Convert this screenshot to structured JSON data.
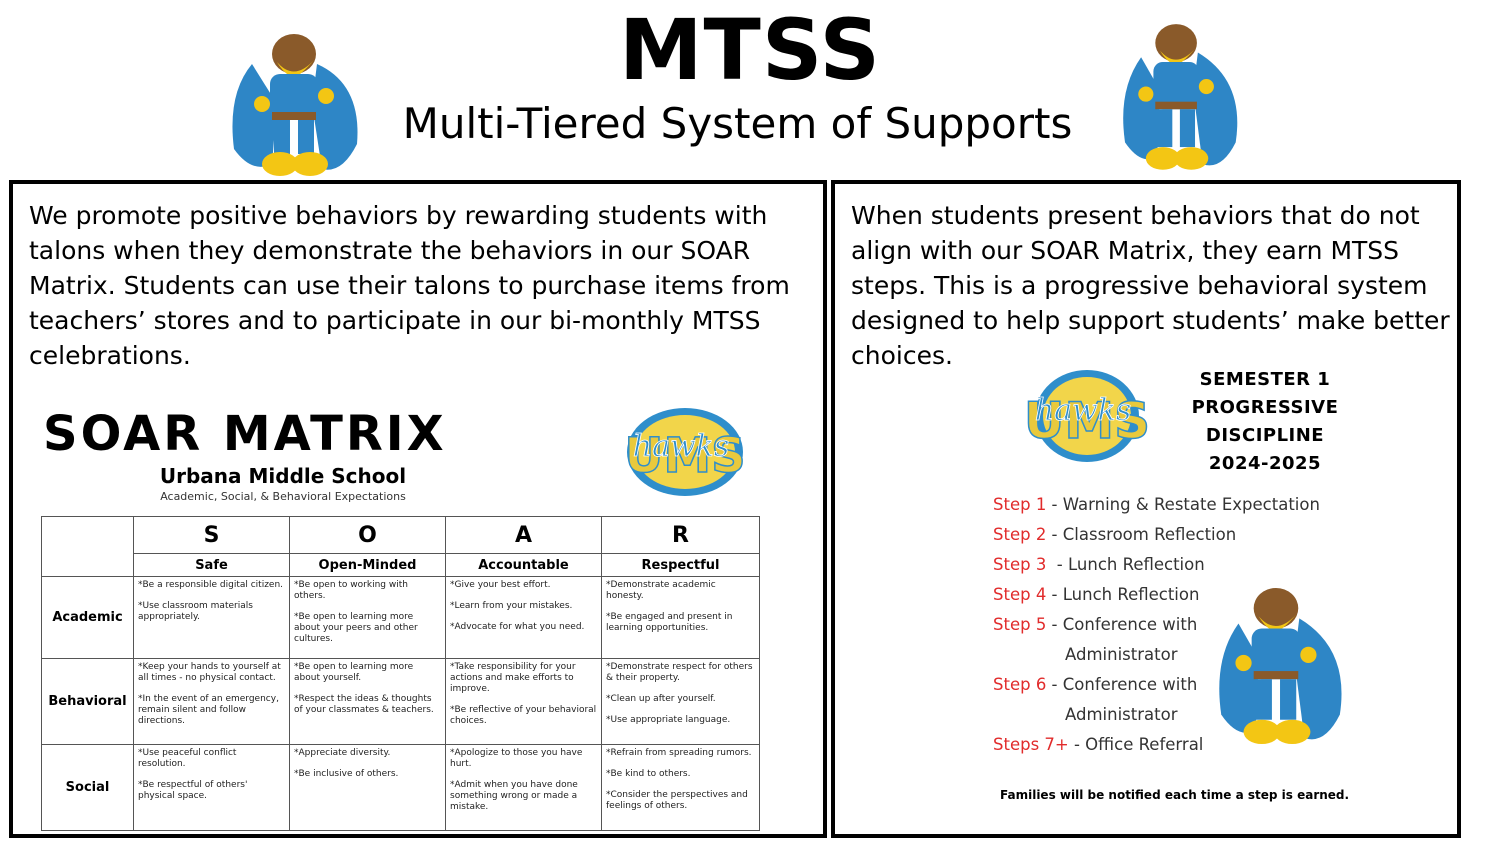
{
  "header": {
    "title": "MTSS",
    "subtitle": "Multi-Tiered System of Supports"
  },
  "left_panel": {
    "text": "We promote positive behaviors by rewarding students with talons when they demonstrate the behaviors in our SOAR Matrix.  Students can use their talons to purchase items from teachers’ stores and to participate in our bi-monthly MTSS celebrations.",
    "soar": {
      "title": "SOAR MATRIX",
      "school": "Urbana Middle School",
      "subtitle": "Academic, Social, & Behavioral Expectations",
      "logo_text": "UMS",
      "logo_script": "hawks",
      "letters": [
        "S",
        "O",
        "A",
        "R"
      ],
      "values": [
        "Safe",
        "Open-Minded",
        "Accountable",
        "Respectful"
      ],
      "rows": [
        {
          "label": "Academic",
          "cells": [
            [
              "*Be a responsible digital citizen.",
              "*Use classroom materials appropriately."
            ],
            [
              "*Be open to working with others.",
              "*Be open to learning more about your peers and other cultures."
            ],
            [
              "*Give your best effort.",
              "*Learn from your mistakes.",
              "*Advocate for what you need."
            ],
            [
              "*Demonstrate academic honesty.",
              "*Be engaged and present in learning opportunities."
            ]
          ]
        },
        {
          "label": "Behavioral",
          "cells": [
            [
              "*Keep your hands to yourself at all times - no physical contact.",
              "*In the event of an emergency, remain silent and follow directions."
            ],
            [
              "*Be open to learning more about yourself.",
              "*Respect the ideas & thoughts of your classmates & teachers."
            ],
            [
              "*Take responsibility for your actions and make efforts to improve.",
              "*Be reflective of your behavioral choices."
            ],
            [
              "*Demonstrate respect for others & their property.",
              "*Clean up after yourself.",
              "*Use appropriate language."
            ]
          ]
        },
        {
          "label": "Social",
          "cells": [
            [
              "*Use peaceful conflict resolution.",
              "*Be respectful of others' physical space."
            ],
            [
              "*Appreciate diversity.",
              "*Be inclusive of others."
            ],
            [
              "*Apologize to those you have hurt.",
              "*Admit when you have done something wrong or made a mistake."
            ],
            [
              "*Refrain from spreading rumors.",
              "*Be kind to others.",
              "*Consider the perspectives and feelings of others."
            ]
          ]
        }
      ]
    }
  },
  "right_panel": {
    "text": "When students present behaviors that do not align with our SOAR Matrix, they earn MTSS steps.  This is a progressive behavioral system designed to help support students’ make better choices.",
    "discipline": {
      "title_lines": [
        "SEMESTER 1",
        "PROGRESSIVE",
        "DISCIPLINE",
        "2024-2025"
      ],
      "logo_text": "UMS",
      "logo_script": "hawks",
      "steps": [
        {
          "key": "Step 1",
          "text": " - Warning & Restate Expectation"
        },
        {
          "key": "Step 2",
          "text": " - Classroom Reflection"
        },
        {
          "key": "Step 3",
          "text": "  - Lunch Reflection"
        },
        {
          "key": "Step 4",
          "text": " - Lunch Reflection"
        },
        {
          "key": "Step 5",
          "text": " - Conference with",
          "cont": "Administrator"
        },
        {
          "key": "Step 6",
          "text": " - Conference with",
          "cont": "Administrator"
        },
        {
          "key": "Steps 7+",
          "text": " - Office Referral"
        }
      ],
      "footer": "Families will be notified each time a step is earned."
    }
  },
  "colors": {
    "step_red": "#e12b2b",
    "logo_yellow": "#f2d54a",
    "logo_blue": "#2f8ecb",
    "mascot_blue": "#2e86c6",
    "mascot_yellow": "#f3c614"
  }
}
